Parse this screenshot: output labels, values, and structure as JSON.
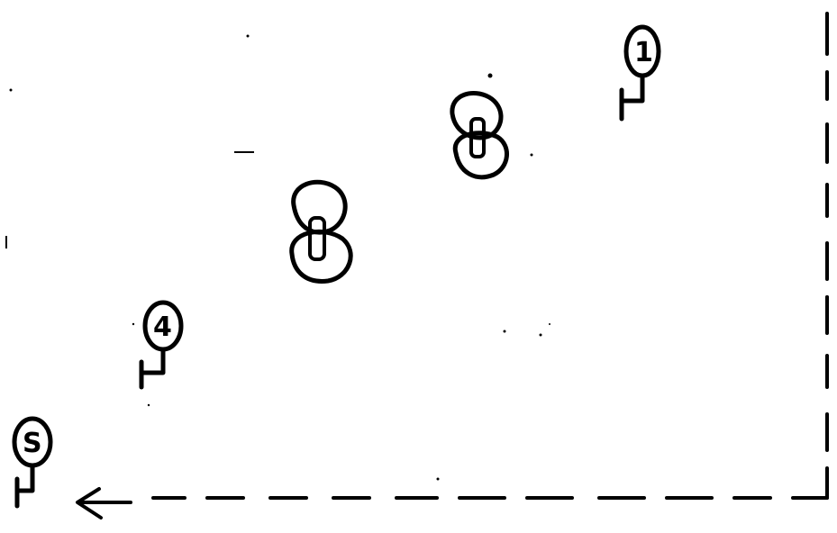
{
  "diagram": {
    "description_free": true,
    "markers": [
      {
        "id": "marker-1",
        "label": "1"
      },
      {
        "id": "marker-4",
        "label": "4"
      },
      {
        "id": "marker-5",
        "label": "S"
      }
    ],
    "double_circle_markers": 2,
    "colors": {
      "ink": "#000000",
      "background": "#ffffff"
    }
  }
}
